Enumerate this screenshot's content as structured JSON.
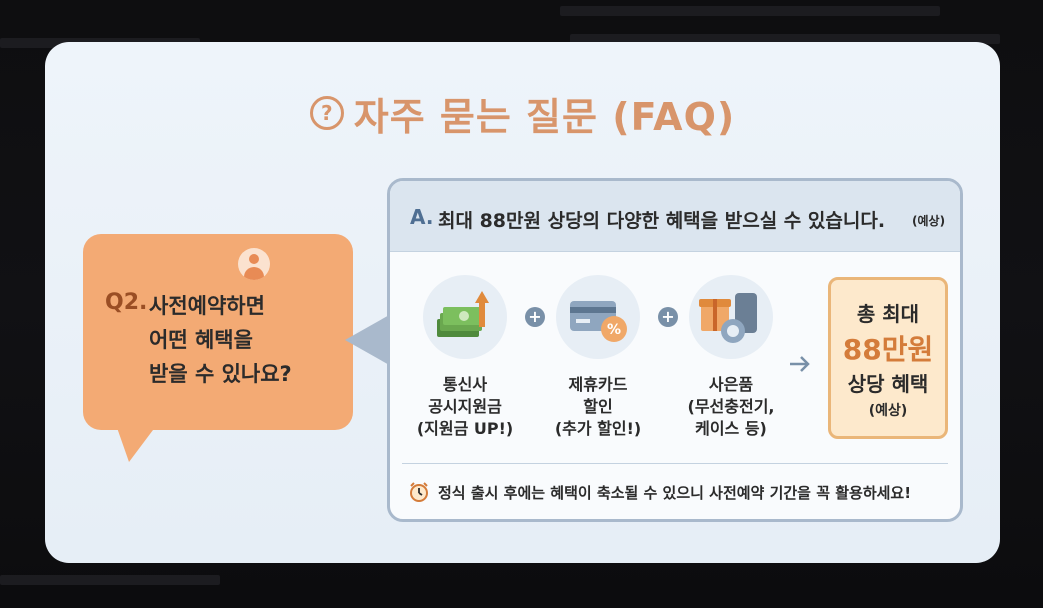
{
  "faq": {
    "title": "자주 묻는 질문 (FAQ)",
    "title_icon": "question-circle-icon",
    "question": {
      "prefix": "Q2.",
      "line1": "사전예약하면",
      "line2": "어떤 혜택을",
      "line3": "받을 수 있나요?"
    },
    "answer": {
      "prefix": "A.",
      "text": "최대 88만원 상당의 다양한 혜택을 받으실 수 있습니다.",
      "note": "(예상)"
    },
    "benefits": [
      {
        "icon": "cash-growth-icon",
        "line1": "통신사",
        "line2": "공시지원금",
        "line3": "(지원금 UP!)"
      },
      {
        "icon": "credit-card-discount-icon",
        "line1": "제휴카드",
        "line2": "할인",
        "line3": "(추가 할인!)"
      },
      {
        "icon": "gift-phone-charger-icon",
        "line1": "사은품",
        "line2": "(무선충전기,",
        "line3": "케이스 등)"
      }
    ],
    "total": {
      "line1": "총 최대",
      "amount": "88만원",
      "line3": "상당 혜택",
      "note": "(예상)"
    },
    "footer_text": "정식 출시 후에는 혜택이 축소될 수 있으니 사전예약 기간을 꼭 활용하세요!",
    "colors": {
      "accent": "#d8956b",
      "bubble": "#f3aa74",
      "panel_border": "#a9b9cc",
      "total_amount": "#d47c3a"
    }
  }
}
